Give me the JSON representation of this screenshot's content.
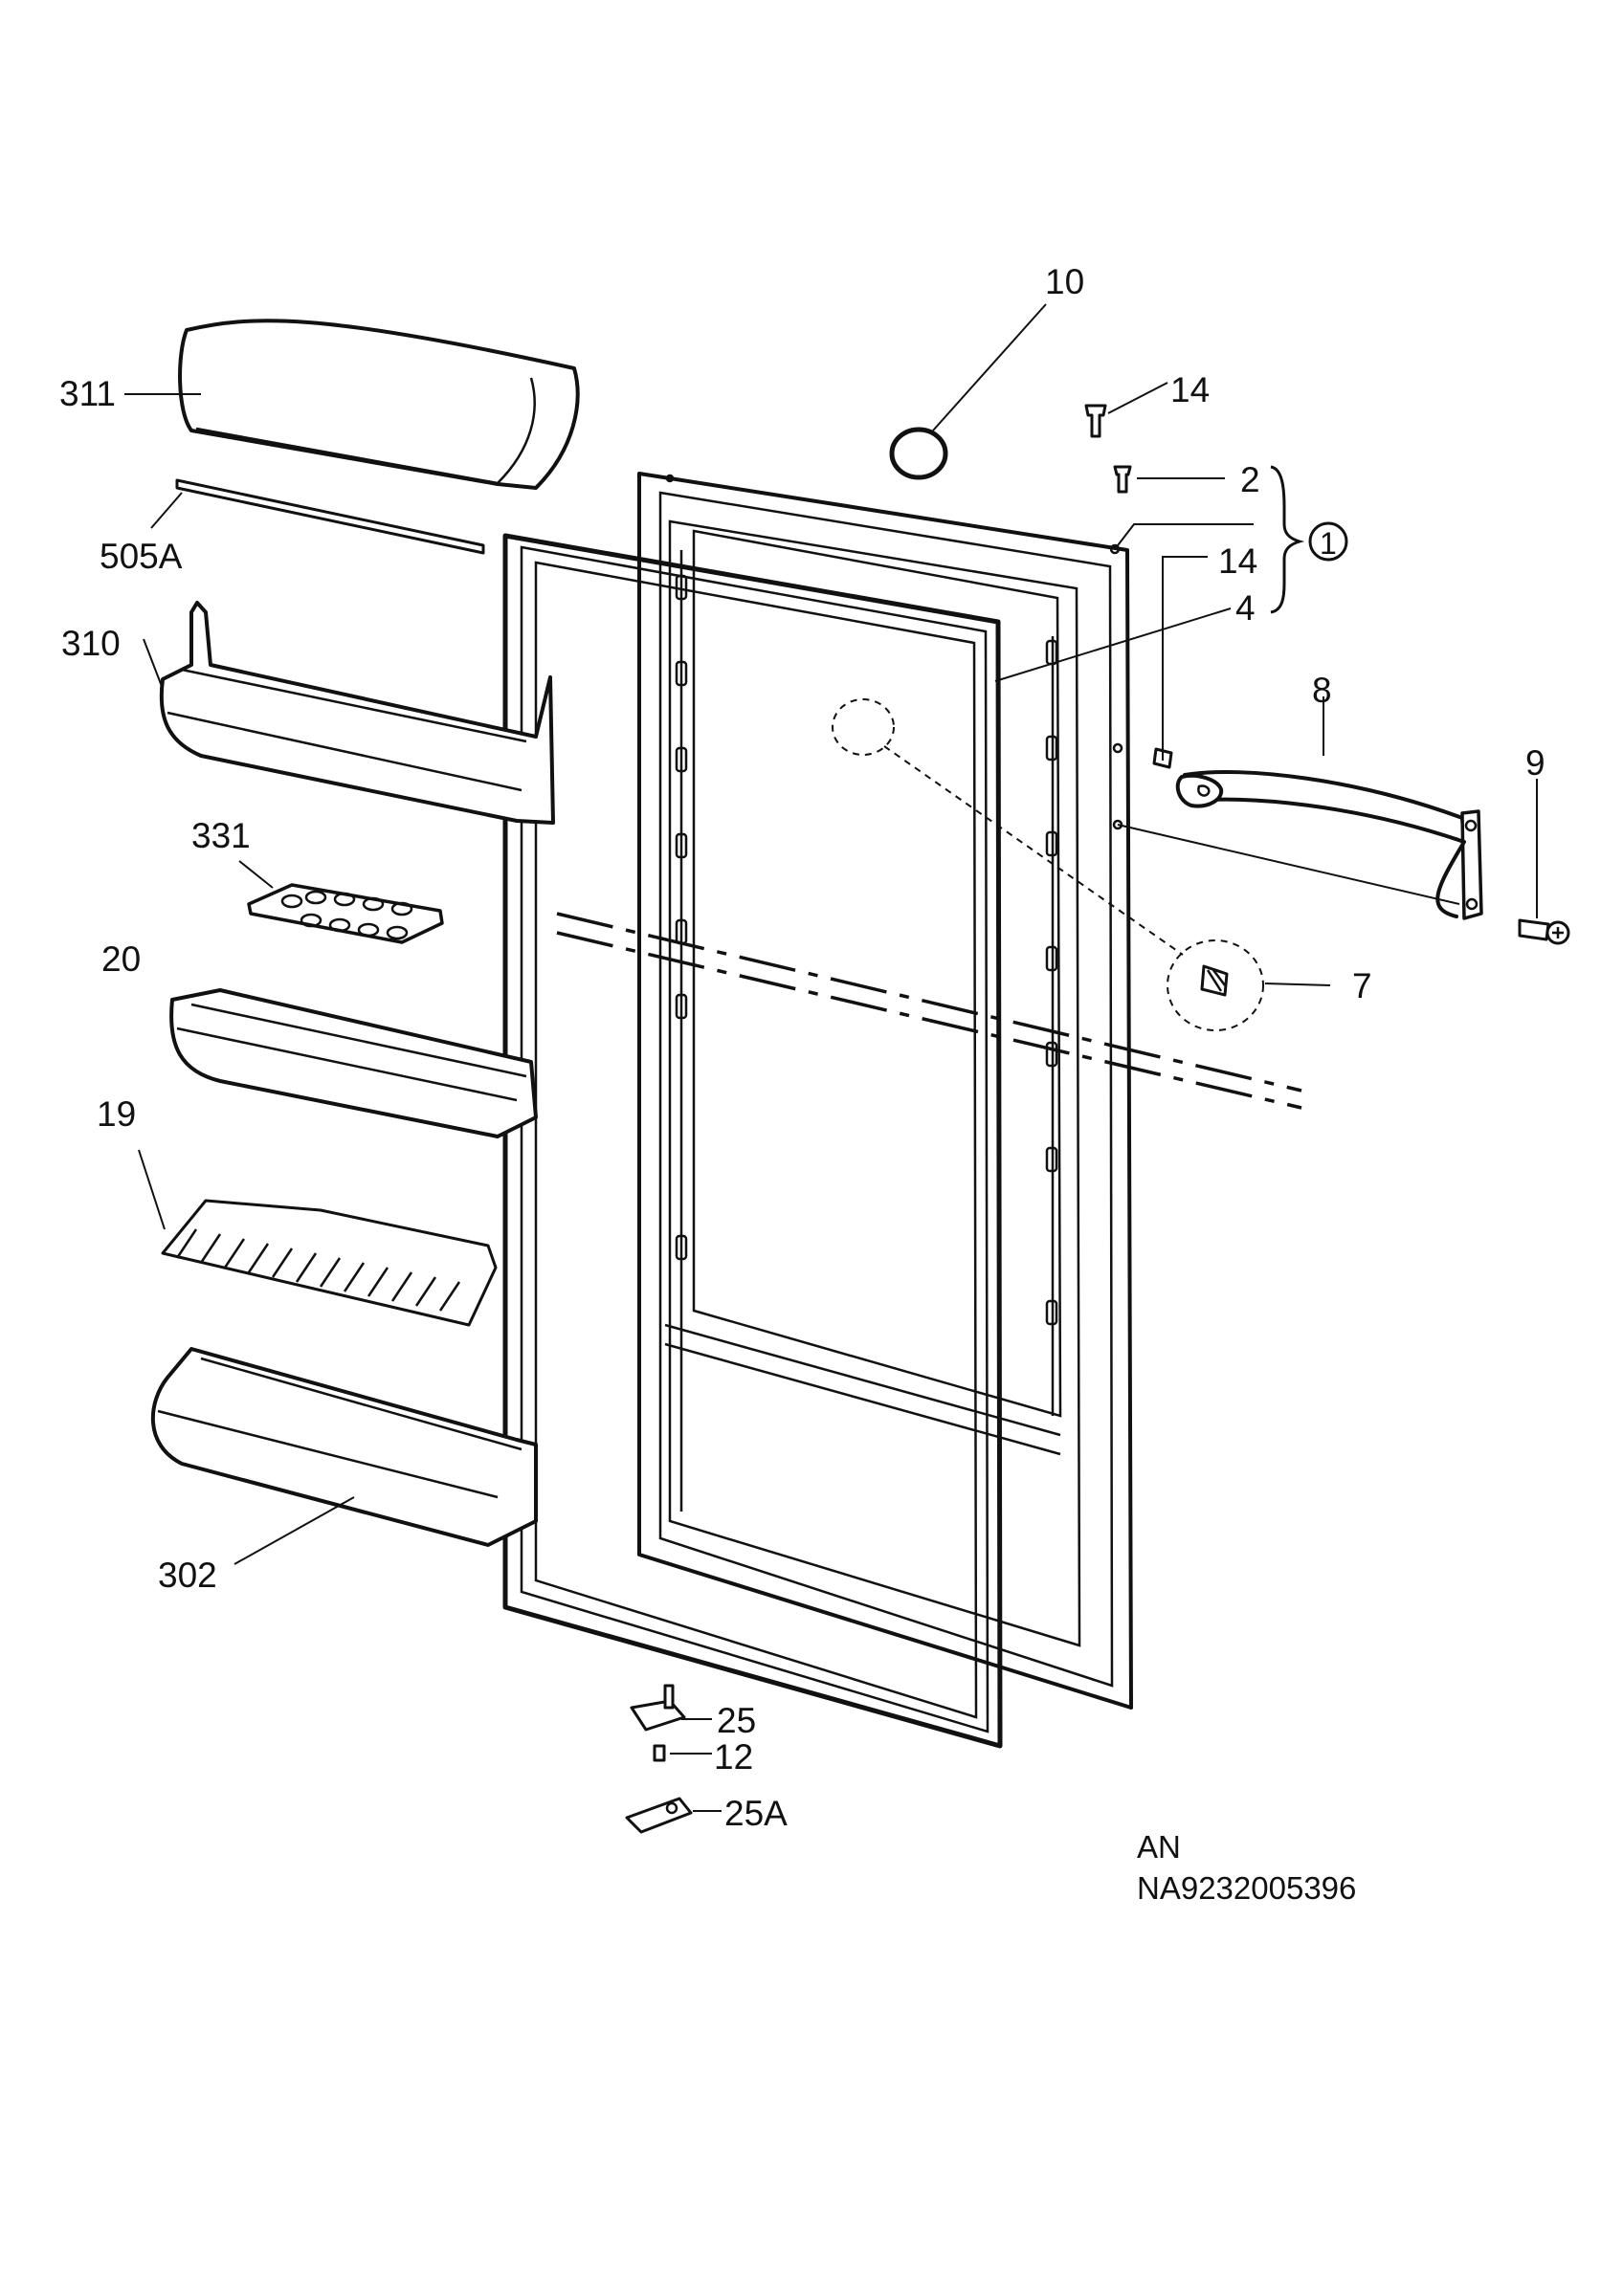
{
  "labels": {
    "p311": "311",
    "p505a": "505A",
    "p310": "310",
    "p331": "331",
    "p20": "20",
    "p19": "19",
    "p302": "302",
    "p10": "10",
    "p14a": "14",
    "p2": "2",
    "p1": "1",
    "p14b": "14",
    "p4": "4",
    "p8": "8",
    "p9": "9",
    "p7": "7",
    "p25": "25",
    "p12": "12",
    "p25a": "25A"
  },
  "footer": {
    "line1": "AN",
    "line2": "NA9232005396"
  }
}
